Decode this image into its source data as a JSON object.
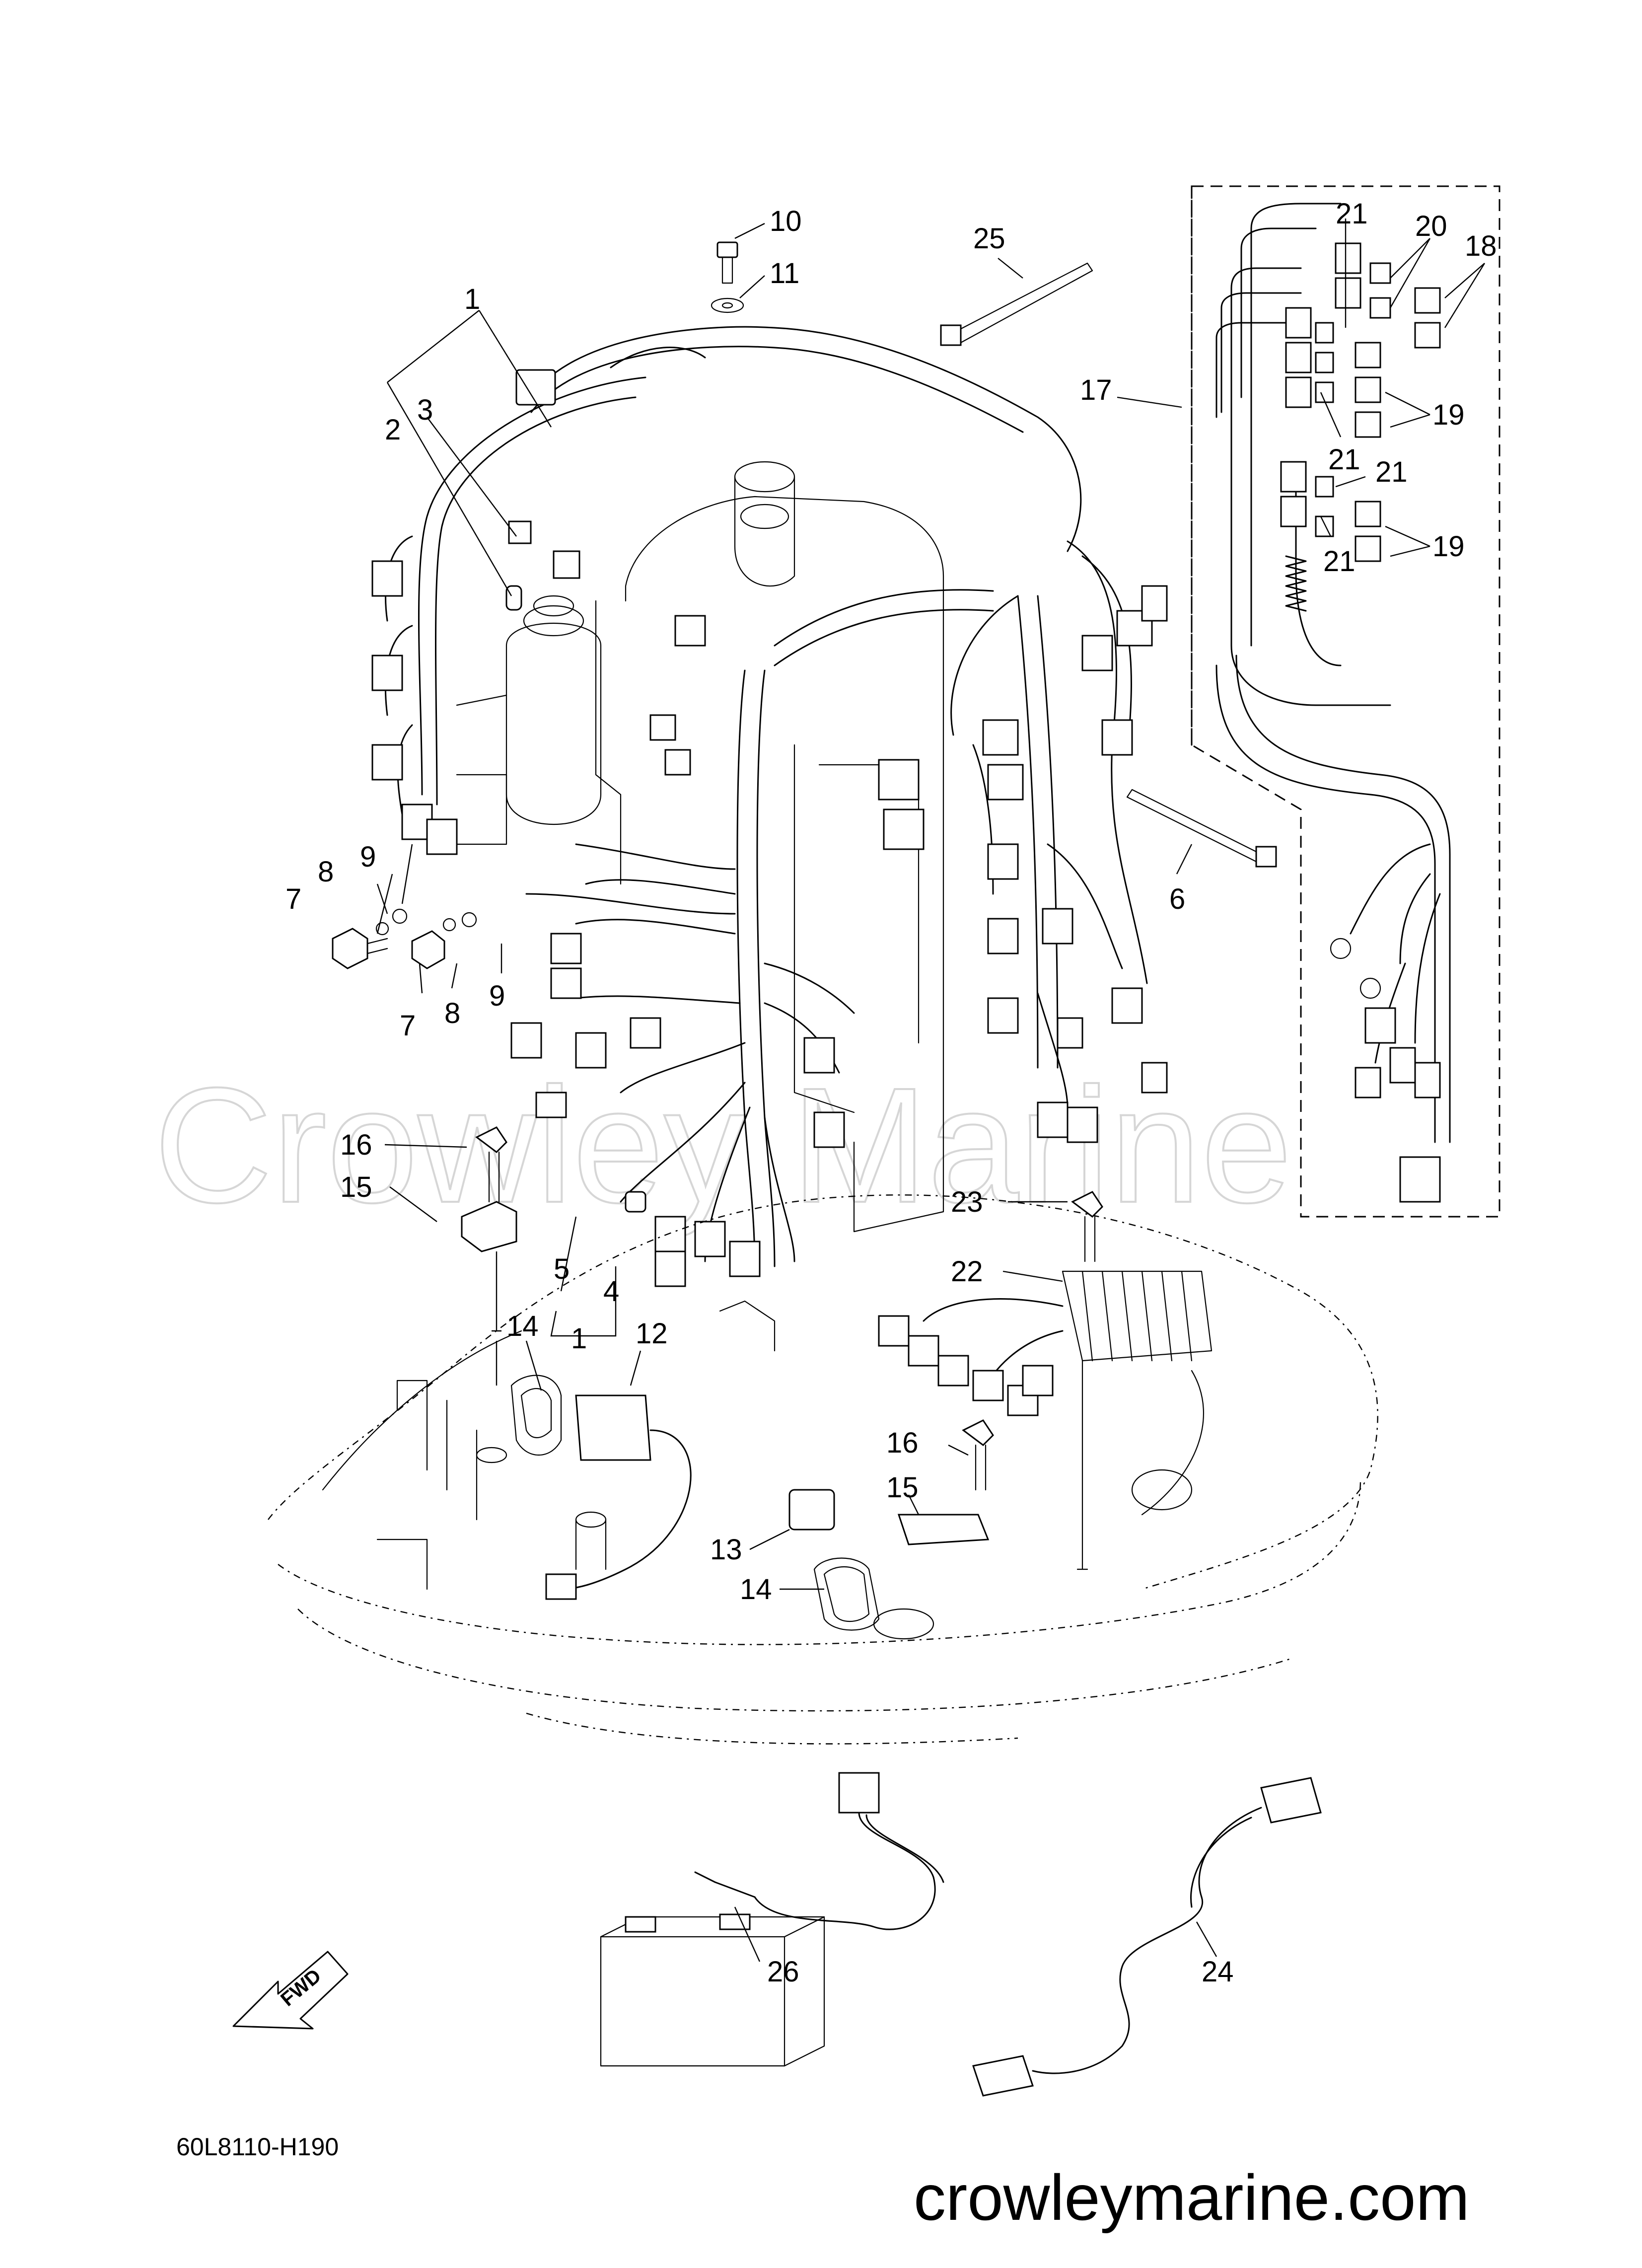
{
  "watermark": "Crowley Marine",
  "site": "crowleymarine.com",
  "diagram_code": "60L8110-H190",
  "fwd_label": "FWD",
  "callouts": {
    "c1_top": "1",
    "c2": "2",
    "c3": "3",
    "c10": "10",
    "c11": "11",
    "c25": "25",
    "c17": "17",
    "c18": "18",
    "c19a": "19",
    "c19b": "19",
    "c20": "20",
    "c21a": "21",
    "c21b": "21",
    "c21c": "21",
    "c21d": "21",
    "c6": "6",
    "c7a": "7",
    "c7b": "7",
    "c8a": "8",
    "c8b": "8",
    "c9a": "9",
    "c9b": "9",
    "c16a": "16",
    "c15a": "15",
    "c5": "5",
    "c4": "4",
    "c1_bot": "1",
    "c14a": "14",
    "c12": "12",
    "c23": "23",
    "c22": "22",
    "c16b": "16",
    "c15b": "15",
    "c13": "13",
    "c14b": "14",
    "c26": "26",
    "c24": "24"
  }
}
